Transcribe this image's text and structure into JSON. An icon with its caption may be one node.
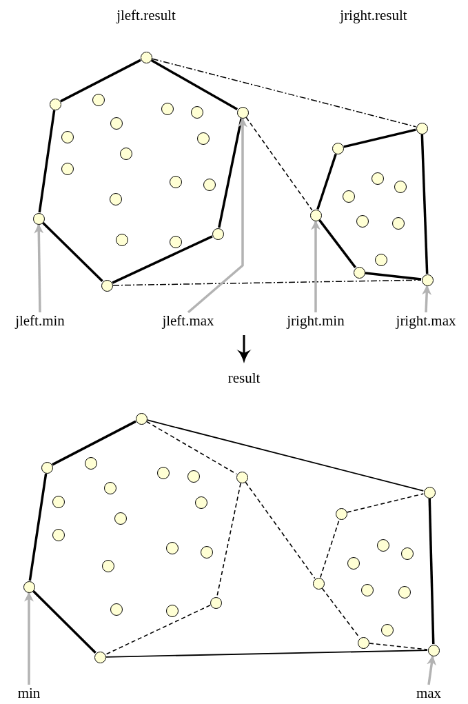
{
  "diagram": {
    "nodes": [
      {
        "text": [],
        "shape": "circle"
      },
      {
        "text": [],
        "shape": "circle"
      },
      {
        "text": [],
        "shape": "circle"
      },
      {
        "text": [],
        "shape": "circle"
      },
      {
        "text": [],
        "shape": "circle"
      },
      {
        "text": [],
        "shape": "circle"
      },
      {
        "text": [],
        "shape": "circle"
      },
      {
        "text": [],
        "shape": "circle"
      },
      {
        "text": [],
        "shape": "circle"
      },
      {
        "text": [],
        "shape": "circle"
      },
      {
        "text": [],
        "shape": "circle"
      },
      {
        "text": [
          "jleft.min"
        ]
      },
      {
        "text": [
          "jleft.max"
        ]
      },
      {
        "text": [
          "jright.min"
        ]
      },
      {
        "text": [
          "jright.max"
        ]
      },
      {
        "text": [],
        "shape": "circle"
      },
      {
        "text": [],
        "shape": "circle"
      },
      {
        "text": [],
        "shape": "circle"
      },
      {
        "text": [],
        "shape": "circle"
      },
      {
        "text": [],
        "shape": "circle"
      },
      {
        "text": [],
        "shape": "circle"
      },
      {
        "text": [],
        "shape": "circle"
      },
      {
        "text": [],
        "shape": "circle"
      },
      {
        "text": [],
        "shape": "circle"
      },
      {
        "text": [],
        "shape": "circle"
      },
      {
        "text": [],
        "shape": "circle"
      },
      {
        "text": [
          "min"
        ]
      },
      {
        "text": [
          "max"
        ]
      }
    ],
    "edges": [
      {
        "from": 0,
        "to": 1,
        "arrow": "none"
      },
      {
        "from": 1,
        "to": 5,
        "arrow": "none"
      },
      {
        "from": 5,
        "to": 10,
        "arrow": "none"
      },
      {
        "from": 10,
        "to": 7,
        "arrow": "none"
      },
      {
        "from": 7,
        "to": 2,
        "arrow": "none"
      },
      {
        "from": 2,
        "to": 0,
        "arrow": "none"
      },
      {
        "from": 3,
        "to": 4,
        "arrow": "none"
      },
      {
        "from": 4,
        "to": 6,
        "arrow": "none"
      },
      {
        "from": 6,
        "to": 8,
        "arrow": "none"
      },
      {
        "from": 8,
        "to": 9,
        "arrow": "none"
      },
      {
        "from": 9,
        "to": 3,
        "arrow": "none"
      },
      {
        "from": 0,
        "to": 3,
        "arrow": "none",
        "style": "dashed"
      },
      {
        "from": 10,
        "to": 9,
        "arrow": "none",
        "style": "dashed"
      },
      {
        "from": 2,
        "to": 6,
        "arrow": "none",
        "style": "dashed"
      },
      {
        "from": 11,
        "to": 5,
        "arrow": "to",
        "color": "#b3b3b3"
      },
      {
        "from": 12,
        "to": 2,
        "arrow": "to",
        "color": "#b3b3b3"
      },
      {
        "from": 13,
        "to": 6,
        "arrow": "to",
        "color": "#b3b3b3"
      },
      {
        "from": 14,
        "to": 9,
        "arrow": "to",
        "color": "#b3b3b3"
      },
      {
        "from": 15,
        "to": 16,
        "arrow": "none"
      },
      {
        "from": 16,
        "to": 20,
        "arrow": "none"
      },
      {
        "from": 20,
        "to": 24,
        "arrow": "none"
      },
      {
        "from": 18,
        "to": 25,
        "arrow": "none"
      },
      {
        "from": 15,
        "to": 18,
        "arrow": "none"
      },
      {
        "from": 24,
        "to": 25,
        "arrow": "none"
      },
      {
        "from": 15,
        "to": 17,
        "arrow": "none",
        "style": "dashed"
      },
      {
        "from": 17,
        "to": 22,
        "arrow": "none",
        "style": "dashed"
      },
      {
        "from": 22,
        "to": 24,
        "arrow": "none",
        "style": "dashed"
      },
      {
        "from": 17,
        "to": 21,
        "arrow": "none",
        "style": "dashed"
      },
      {
        "from": 21,
        "to": 19,
        "arrow": "none",
        "style": "dashed"
      },
      {
        "from": 19,
        "to": 18,
        "arrow": "none",
        "style": "dashed"
      },
      {
        "from": 21,
        "to": 23,
        "arrow": "none",
        "style": "dashed"
      },
      {
        "from": 23,
        "to": 25,
        "arrow": "none",
        "style": "dashed"
      },
      {
        "from": 26,
        "to": 20,
        "arrow": "to",
        "color": "#b3b3b3"
      },
      {
        "from": 27,
        "to": 25,
        "arrow": "to",
        "color": "#b3b3b3"
      }
    ],
    "labels": [
      "jleft.result",
      "jright.result",
      "result"
    ]
  }
}
